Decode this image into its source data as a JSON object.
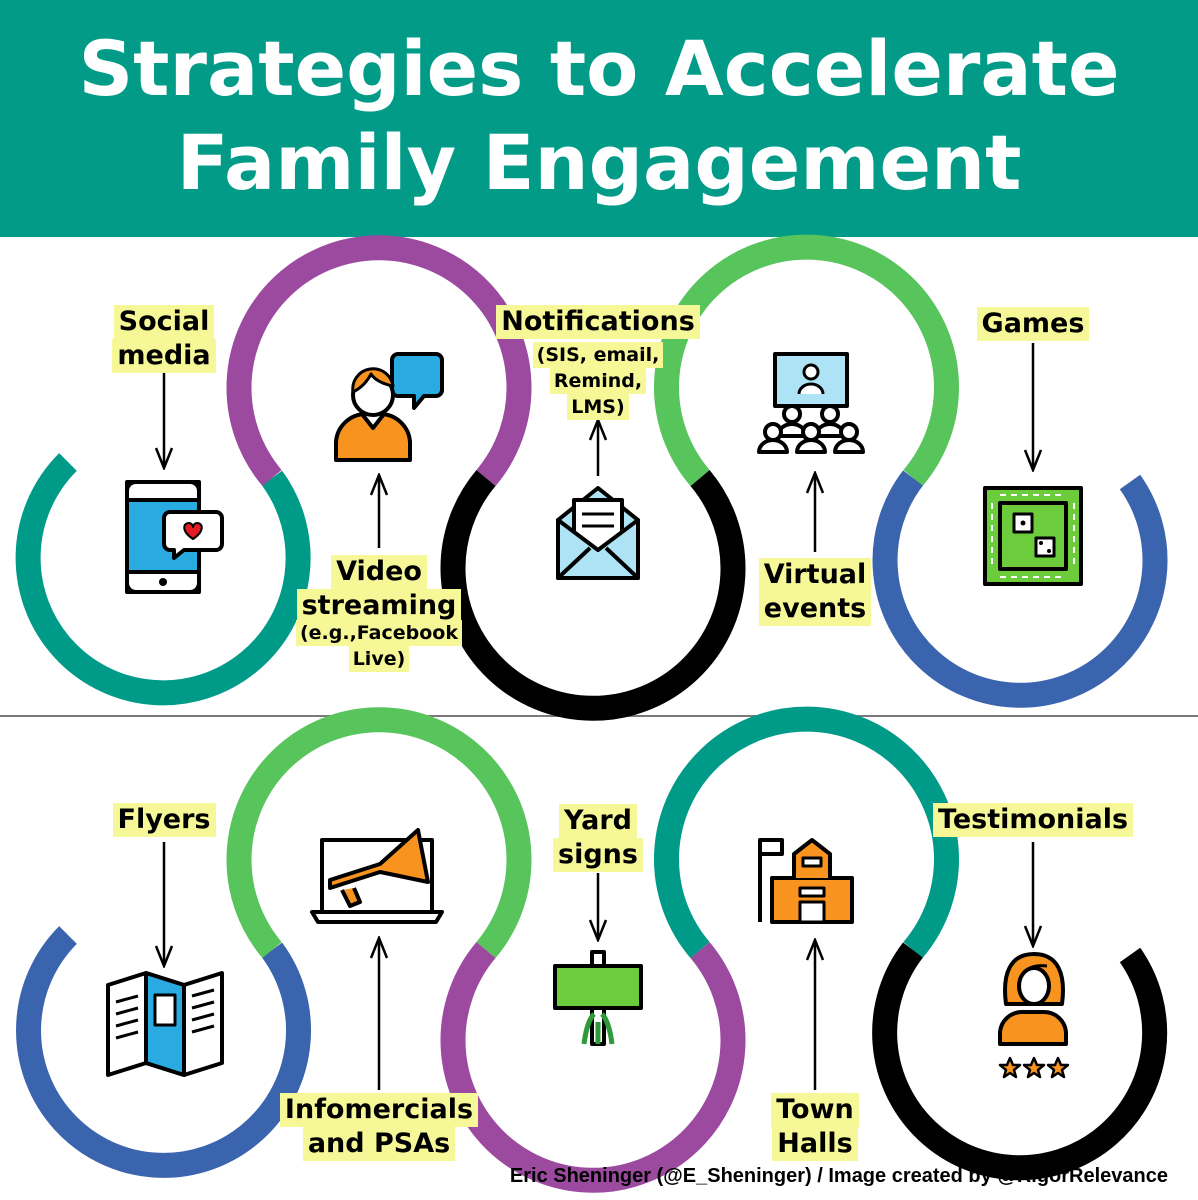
{
  "title": {
    "line1": "Strategies to Accelerate",
    "line2": "Family Engagement"
  },
  "colors": {
    "header": "#019b87",
    "teal": "#009b88",
    "purple": "#9b4aa0",
    "green": "#57c45c",
    "black": "#000000",
    "blue": "#3a64ad",
    "label_bg": "#f6f797"
  },
  "row1": {
    "social_media": [
      "Social",
      "media"
    ],
    "video_streaming": [
      "Video",
      "streaming"
    ],
    "video_streaming_note": [
      "(e.g.,Facebook",
      "Live)"
    ],
    "notifications": [
      "Notifications"
    ],
    "notifications_note": [
      "(SIS, email,",
      "Remind,",
      "LMS)"
    ],
    "virtual_events": [
      "Virtual",
      "events"
    ],
    "games": [
      "Games"
    ]
  },
  "row2": {
    "flyers": [
      "Flyers"
    ],
    "infomercials": [
      "Infomercials",
      "and PSAs"
    ],
    "yard_signs": [
      "Yard",
      "signs"
    ],
    "town_halls": [
      "Town",
      "Halls"
    ],
    "testimonials": [
      "Testimonials"
    ]
  },
  "icons": [
    "smartphone-heart-icon",
    "person-chat-icon",
    "envelope-letter-icon",
    "virtual-audience-icon",
    "board-game-icon",
    "brochure-icon",
    "laptop-megaphone-icon",
    "yard-sign-icon",
    "school-building-icon",
    "testimonial-woman-stars-icon"
  ],
  "credit": "Eric Sheninger (@E_Sheninger) / Image created by @RigorRelevance"
}
